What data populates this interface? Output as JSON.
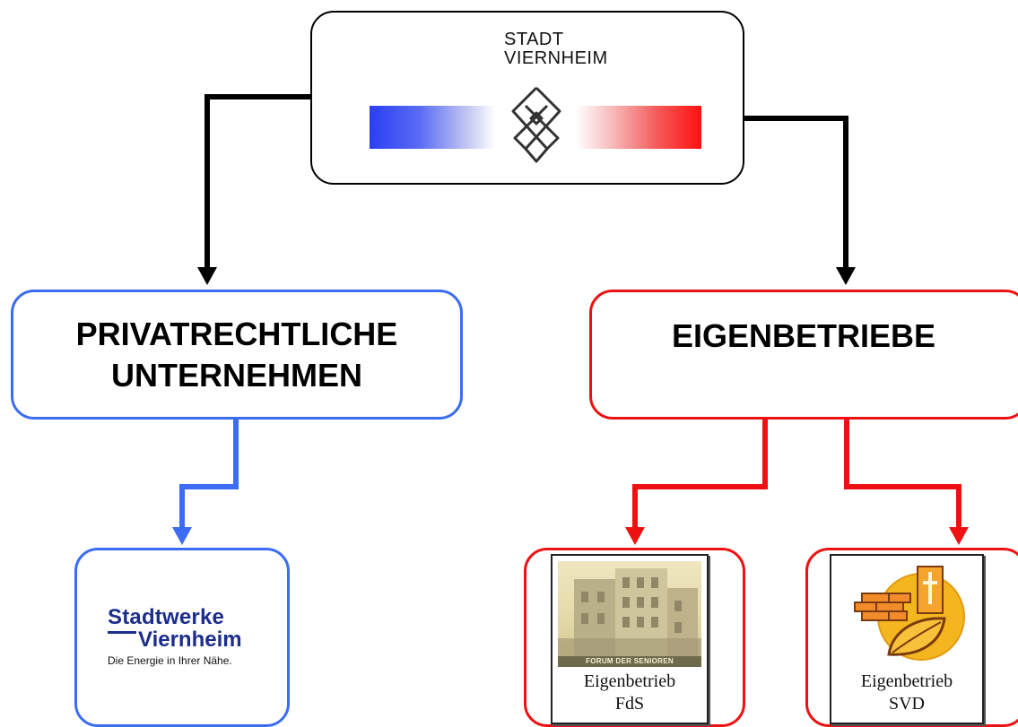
{
  "top": {
    "logo_line1": "STADT",
    "logo_line2": "VIERNHEIM"
  },
  "private_box": {
    "line1": "PRIVATRECHTLICHE",
    "line2": "UNTERNEHMEN"
  },
  "eigen_box": {
    "title": "EIGENBETRIEBE"
  },
  "stadtwerke": {
    "line1": "Stadtwerke",
    "line2": "Viernheim",
    "tagline": "Die Energie in Ihrer Nähe."
  },
  "fds": {
    "banner": "FORUM DER SENIOREN",
    "caption1": "Eigenbetrieb",
    "caption2": "FdS"
  },
  "svd": {
    "caption1": "Eigenbetrieb",
    "caption2": "SVD"
  },
  "colors": {
    "blue": "#3b6cf2",
    "red": "#ee1111",
    "black": "#000000"
  }
}
